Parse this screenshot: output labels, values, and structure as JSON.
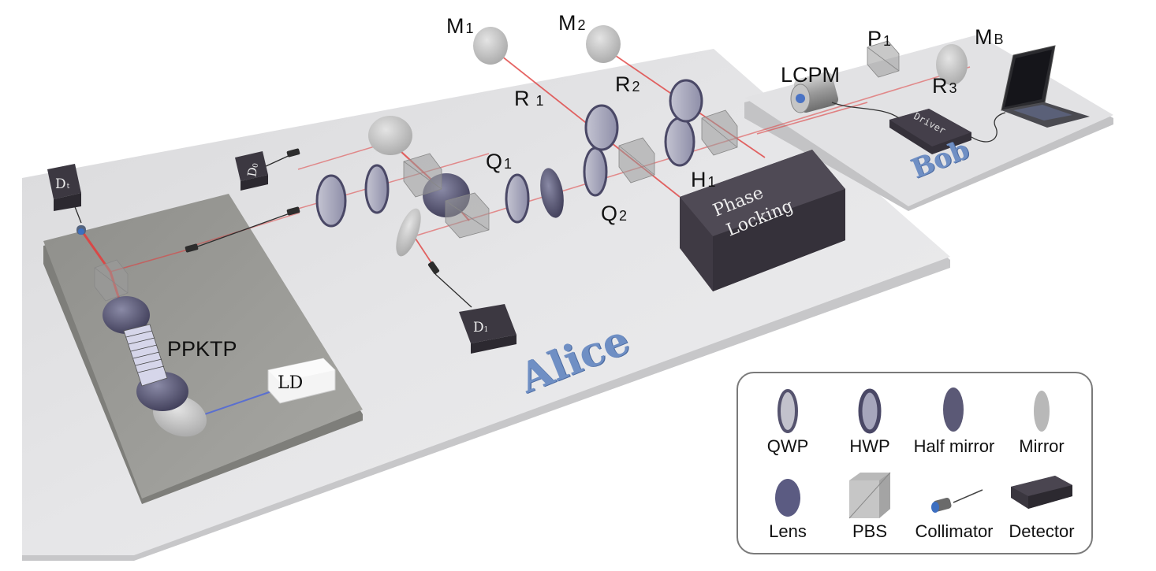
{
  "figure": {
    "title": "Experimental setup: Alice and Bob optical tables",
    "stations": {
      "alice": {
        "name": "Alice"
      },
      "bob": {
        "name": "Bob"
      }
    },
    "component_labels": {
      "M1": {
        "main": "M",
        "sub": "1"
      },
      "M2": {
        "main": "M",
        "sub": "2"
      },
      "MB": {
        "main": "M",
        "sub": "B"
      },
      "R1": {
        "main": "R",
        "sub": "1"
      },
      "R2": {
        "main": "R",
        "sub": "2"
      },
      "R3": {
        "main": "R",
        "sub": "3"
      },
      "P1": {
        "main": "P",
        "sub": "1"
      },
      "Q1": {
        "main": "Q",
        "sub": "1"
      },
      "Q2": {
        "main": "Q",
        "sub": "2"
      },
      "H1": {
        "main": "H",
        "sub": "1"
      },
      "LCPM": "LCPM",
      "PPKTP": "PPKTP"
    },
    "device_labels": {
      "LD": "LD",
      "phase_locking_line1": "Phase",
      "phase_locking_line2": "Locking",
      "driver": "Driver",
      "Dt": {
        "main": "D",
        "sub": "t"
      },
      "D0": {
        "main": "D",
        "sub": "0"
      },
      "D1": {
        "main": "D",
        "sub": "1"
      }
    },
    "colors": {
      "laser_red": "#e0403f",
      "pump_blue": "#5a6fd0",
      "table_light": "#e4e4e6",
      "table_dark": "#9a9a96",
      "device_dark": "#45404a",
      "station_text": "#6f8fc4"
    }
  },
  "legend": {
    "items": [
      {
        "label": "QWP",
        "icon": "qwp-icon"
      },
      {
        "label": "HWP",
        "icon": "hwp-icon"
      },
      {
        "label": "Half mirror",
        "icon": "half-mirror-icon"
      },
      {
        "label": "Mirror",
        "icon": "mirror-icon"
      },
      {
        "label": "Lens",
        "icon": "lens-icon"
      },
      {
        "label": "PBS",
        "icon": "pbs-icon"
      },
      {
        "label": "Collimator",
        "icon": "collimator-icon"
      },
      {
        "label": "Detector",
        "icon": "detector-icon"
      }
    ]
  }
}
